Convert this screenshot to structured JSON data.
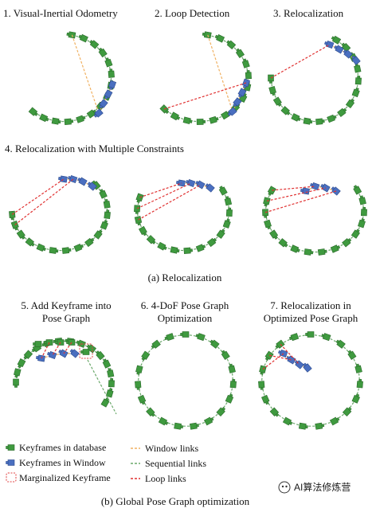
{
  "panels": [
    {
      "id": "p1",
      "title": [
        "1. Visual-Inertial Odometry"
      ]
    },
    {
      "id": "p2",
      "title": [
        "2. Loop Detection"
      ]
    },
    {
      "id": "p3",
      "title": [
        "3. Relocalization"
      ]
    },
    {
      "id": "p4",
      "title": [
        "4. Relocalization with Multiple Constraints"
      ]
    },
    {
      "id": "p5",
      "title": []
    },
    {
      "id": "p6",
      "title": []
    },
    {
      "id": "p7",
      "title": [
        "5. Add Keyframe into",
        "Pose Graph"
      ]
    },
    {
      "id": "p8",
      "title": [
        "6. 4-DoF Pose Graph",
        "Optimization"
      ]
    },
    {
      "id": "p9",
      "title": [
        "7. Relocalization in",
        "Optimized Pose Graph"
      ]
    }
  ],
  "captions": {
    "a": "(a)  Relocalization",
    "b": "(b)  Global Pose Graph optimization"
  },
  "legend": {
    "keyframes_db": "Keyframes in database",
    "keyframes_window": "Keyframes in Window",
    "marginalized": "Marginalized Keyframe",
    "window_links": "Window links",
    "sequential_links": "Sequential links",
    "loop_links": "Loop links"
  },
  "watermark": "AI算法修炼营",
  "colors": {
    "database_keyframe": "#3f9a3f",
    "window_keyframe": "#4a6fc0",
    "marginalized": "#e04040",
    "window_link": "#f0b060",
    "sequential_link": "#6aa86a",
    "loop_link": "#e03030"
  }
}
